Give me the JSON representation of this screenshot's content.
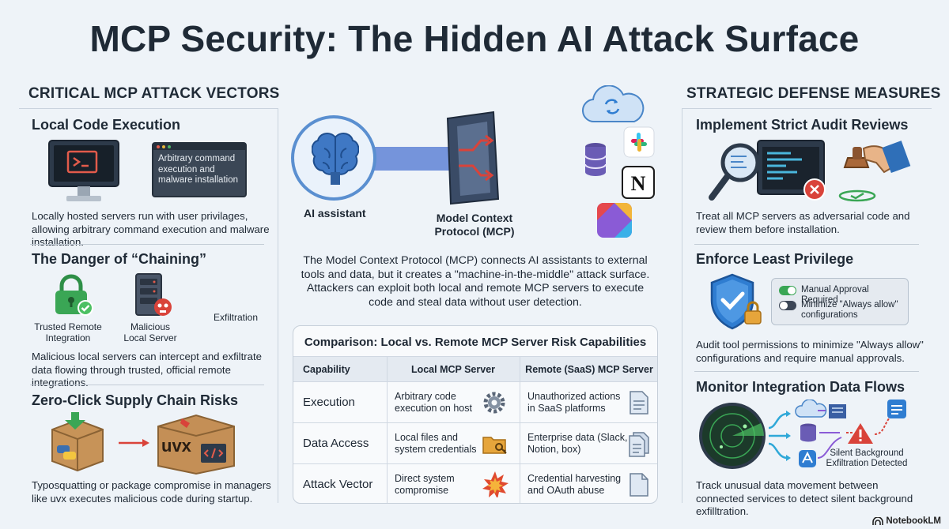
{
  "title": "MCP Security: The Hidden AI Attack Surface",
  "left": {
    "heading": "CRITICAL MCP ATTACK VECTORS",
    "sections": [
      {
        "title": "Local Code Execution",
        "callout": "Arbitrary command execution and malware installation",
        "text": "Locally hosted servers run with user privilages, allowing arbitrary command execution and malware installation."
      },
      {
        "title": "The Danger of “Chaining”",
        "labels": {
          "trusted": "Trusted Remote Integration",
          "malicious": "Malicious Local Server",
          "exfil": "Exfiltration"
        },
        "text": "Malicious local servers can intercept and exfiltrate data flowing through trusted, official remote integrations."
      },
      {
        "title": "Zero-Click Supply Chain Risks",
        "box_label": "uvx",
        "text": "Typosquatting or package compromise in managers like uvx executes malicious code during startup."
      }
    ]
  },
  "center": {
    "ai_label": "AI assistant",
    "mcp_label": "Model Context Protocol (MCP)",
    "description": "The Model Context Protocol (MCP) connects AI assistants to external tools and data, but it creates a \"machine-in-the-middle\" attack surface. Attackers can exploit both local and remote MCP servers to execute code and steal data without user detection.",
    "table": {
      "title": "Comparison: Local vs. Remote MCP Server Risk Capabilities",
      "headers": [
        "Capability",
        "Local MCP Server",
        "Remote (SaaS) MCP Server"
      ],
      "rows": [
        {
          "label": "Execution",
          "local": "Arbitrary code execution on host",
          "remote": "Unauthorized actions in SaaS platforms",
          "local_icon": "gear-icon",
          "remote_icon": "document-icon"
        },
        {
          "label": "Data Access",
          "local": "Local files and system credentials",
          "remote": "Enterprise data (Slack, Notion, box)",
          "local_icon": "folder-key-icon",
          "remote_icon": "documents-icon"
        },
        {
          "label": "Attack Vector",
          "local": "Direct system compromise",
          "remote": "Credential harvesting and OAuth abuse",
          "local_icon": "explosion-icon",
          "remote_icon": "document-icon"
        }
      ]
    }
  },
  "right": {
    "heading": "STRATEGIC DEFENSE MEASURES",
    "sections": [
      {
        "title": "Implement Strict Audit Reviews",
        "text": "Treat all MCP servers as adversarial code and review them before installation."
      },
      {
        "title": "Enforce Least Privilege",
        "toggles": [
          {
            "label": "Manual Approval Required",
            "on": true
          },
          {
            "label": "Minimize \"Always allow\" configurations",
            "on": false
          }
        ],
        "text": "Audit tool permissions to minimize \"Always allow\" configurations and require manual approvals."
      },
      {
        "title": "Monitor Integration Data Flows",
        "alert_label": "Silent Background Exfiltration Detected",
        "text": "Track unusual data movement between connected services to detect silent background exfilltration."
      }
    ]
  },
  "footer": "NotebookLM",
  "colors": {
    "brand_green": "#3aa655",
    "danger_red": "#d9433a",
    "accent_blue": "#2f7dd1",
    "purple": "#8a5bd6"
  }
}
